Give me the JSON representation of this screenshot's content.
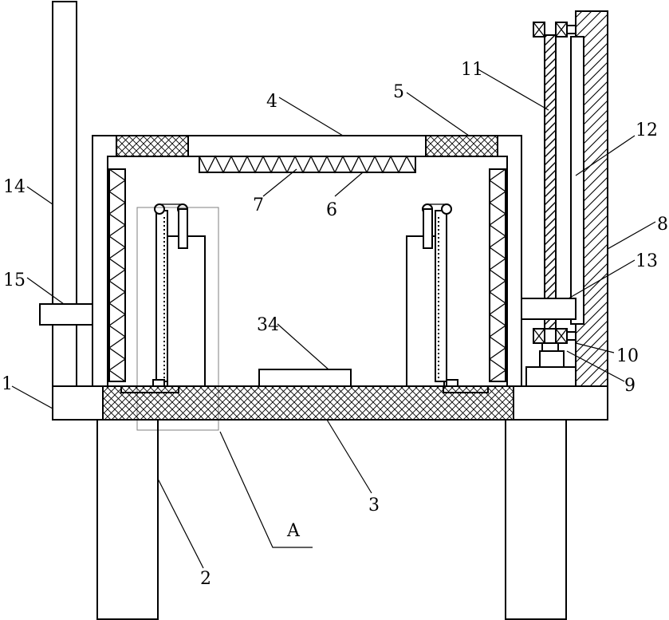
{
  "labels": {
    "l1": "1",
    "l2": "2",
    "l3": "3",
    "l4": "4",
    "l5": "5",
    "l6": "6",
    "l7": "7",
    "l8": "8",
    "l9": "9",
    "l10": "10",
    "l11": "11",
    "l12": "12",
    "l13": "13",
    "l14": "14",
    "l15": "15",
    "l34": "34",
    "lA": "A"
  }
}
